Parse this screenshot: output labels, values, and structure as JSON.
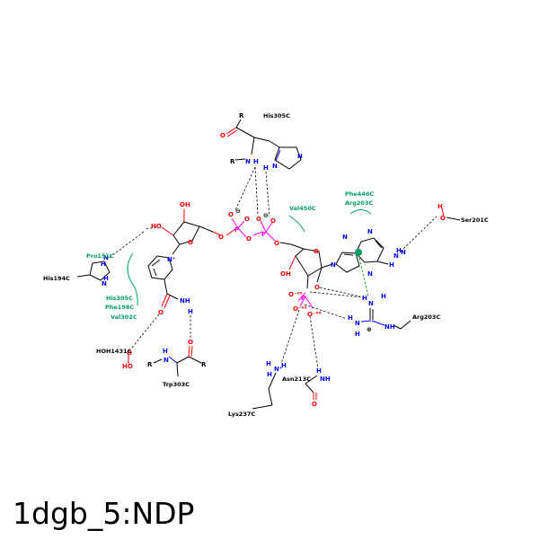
{
  "title": "1dgb_5:NDP",
  "residues": {
    "his305_top": "His305C",
    "val450": "Val450C",
    "phe446": "Phe446C",
    "arg203_top": "Arg203C",
    "ser201": "Ser201C",
    "pro151": "Pro151C",
    "his194": "His194C",
    "his305": "His305C",
    "phe198": "Phe198C",
    "val302": "Val302C",
    "hoh1431": "HOH1431C",
    "trp303": "Trp303C",
    "asn213": "Asn213C",
    "arg203": "Arg203C",
    "lys237": "Lys237C"
  },
  "atoms": {
    "R": "R",
    "O": "O",
    "N": "N",
    "H": "H",
    "P": "P",
    "OH": "OH",
    "HO": "HO",
    "NH": "NH",
    "Ominus": "O⁻⁰⁵",
    "Nplus": "N⁺",
    "minus": "⊖",
    "plus": "⊕"
  }
}
